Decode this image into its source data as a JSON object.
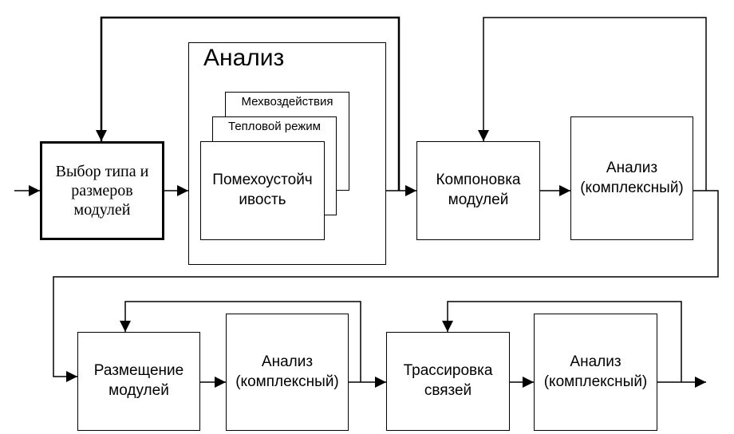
{
  "blocks": {
    "select": "Выбор типа и\nразмеров\nмодулей",
    "analysis_group_title": "Анализ",
    "interference_card": "Мехвоздействия",
    "thermal_card": "Тепловой режим",
    "noise_immunity": "Помехоустойч\nивость",
    "layout": "Компоновка\nмодулей",
    "analysis_complex_1": "Анализ\n(комплексный)",
    "placement": "Размещение\nмодулей",
    "analysis_complex_2": "Анализ\n(комплексный)",
    "routing": "Трассировка\nсвязей",
    "analysis_complex_3": "Анализ\n(комплексный)"
  }
}
